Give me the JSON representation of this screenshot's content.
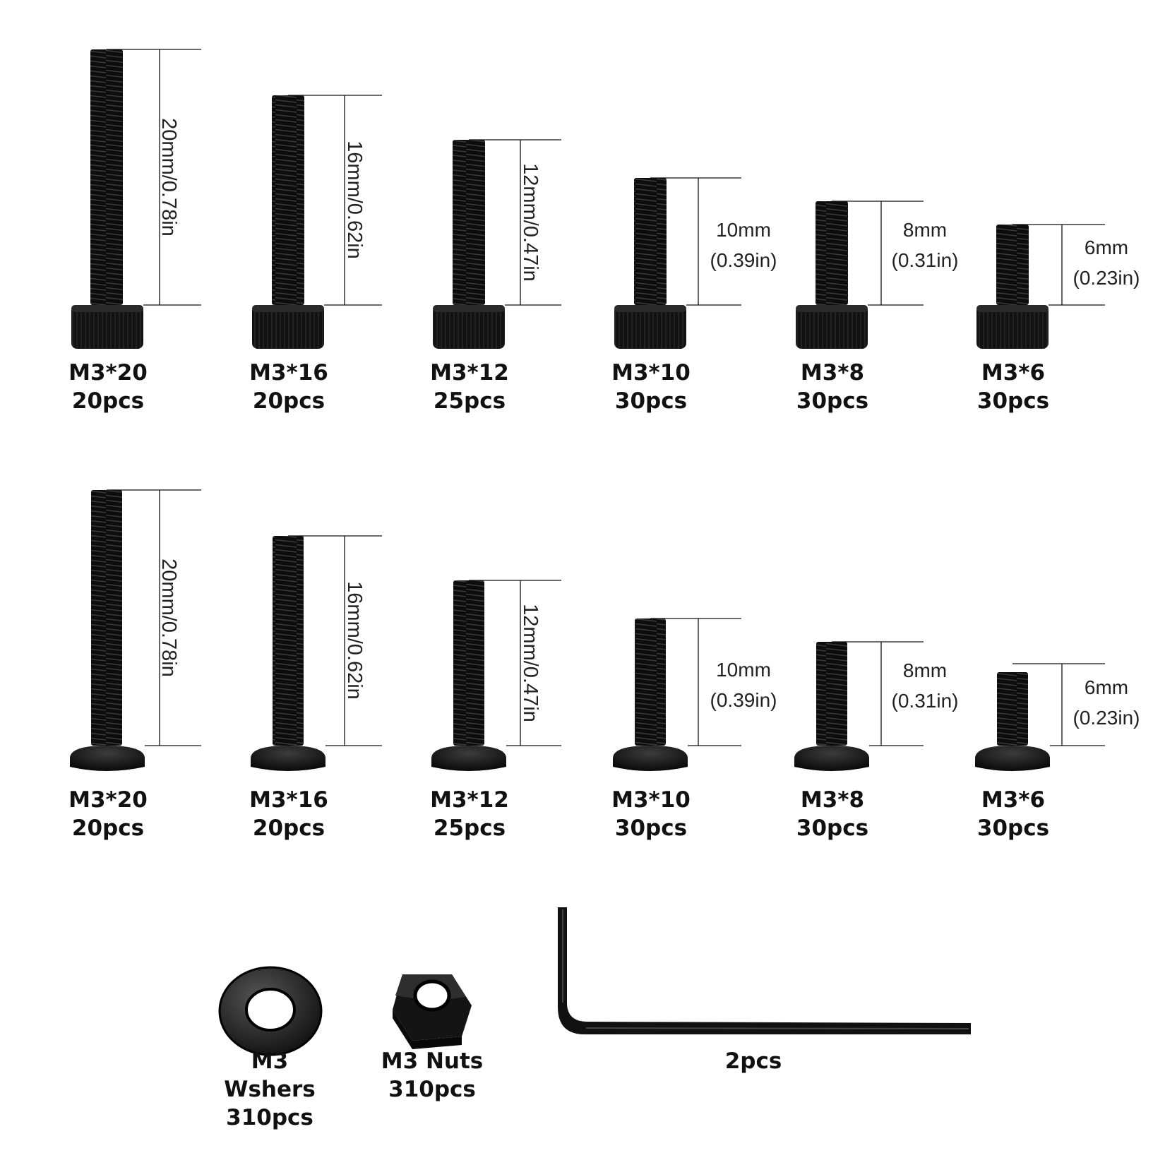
{
  "socket_cap_screws": [
    {
      "size": "M3*20",
      "qty": "20pcs",
      "length": "20mm/0.78in"
    },
    {
      "size": "M3*16",
      "qty": "20pcs",
      "length": "16mm/0.62in"
    },
    {
      "size": "M3*12",
      "qty": "25pcs",
      "length": "12mm/0.47in"
    },
    {
      "size": "M3*10",
      "qty": "30pcs",
      "length_mm": "10mm",
      "length_in": "(0.39in)"
    },
    {
      "size": "M3*8",
      "qty": "30pcs",
      "length_mm": "8mm",
      "length_in": "(0.31in)"
    },
    {
      "size": "M3*6",
      "qty": "30pcs",
      "length_mm": "6mm",
      "length_in": "(0.23in)"
    }
  ],
  "button_head_screws": [
    {
      "size": "M3*20",
      "qty": "20pcs",
      "length": "20mm/0.78in"
    },
    {
      "size": "M3*16",
      "qty": "20pcs",
      "length": "16mm/0.62in"
    },
    {
      "size": "M3*12",
      "qty": "25pcs",
      "length": "12mm/0.47in"
    },
    {
      "size": "M3*10",
      "qty": "30pcs",
      "length_mm": "10mm",
      "length_in": "(0.39in)"
    },
    {
      "size": "M3*8",
      "qty": "30pcs",
      "length_mm": "8mm",
      "length_in": "(0.31in)"
    },
    {
      "size": "M3*6",
      "qty": "30pcs",
      "length_mm": "6mm",
      "length_in": "(0.23in)"
    }
  ],
  "washers": {
    "line1": "M3",
    "line2": "Wshers",
    "qty": "310pcs"
  },
  "nuts": {
    "line1": "M3 Nuts",
    "qty": "310pcs"
  },
  "hex_key": {
    "qty": "2pcs"
  },
  "colors": {
    "metal": "#111111",
    "highlight": "#555555",
    "background": "#ffffff"
  },
  "icons": [
    "socket-cap-screw-icon",
    "button-head-screw-icon",
    "washer-icon",
    "hex-nut-icon",
    "hex-key-icon"
  ]
}
